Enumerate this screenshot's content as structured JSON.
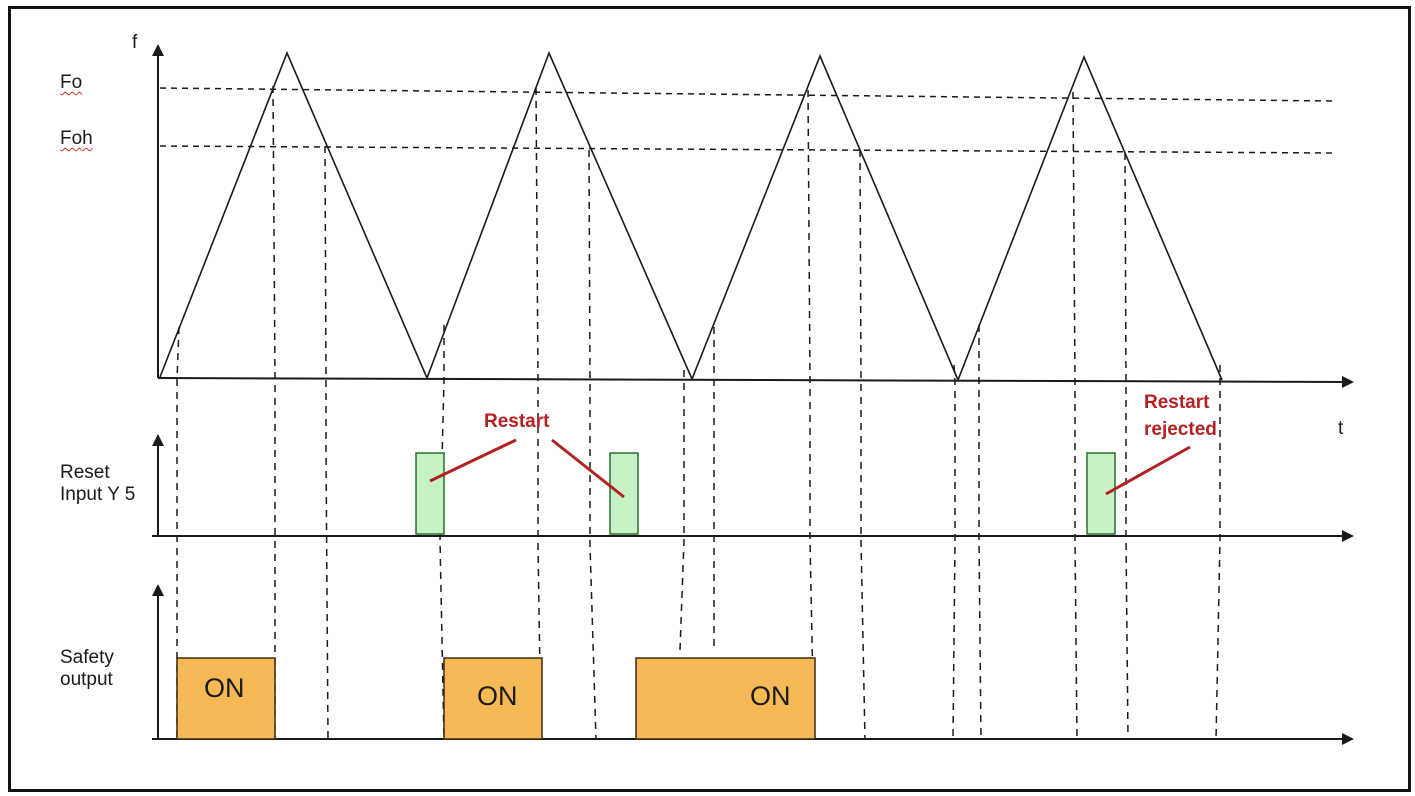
{
  "axes": {
    "f_label": "f",
    "t_label": "t"
  },
  "thresholds": {
    "fo_label": "Fo",
    "foh_label": "Foh"
  },
  "reset_signal": {
    "label_line1": "Reset",
    "label_line2": "Input Y 5"
  },
  "safety_signal": {
    "label_line1": "Safety",
    "label_line2": "output",
    "on_label": "ON"
  },
  "annotations": {
    "restart": "Restart",
    "restart_rejected_line1": "Restart",
    "restart_rejected_line2": "rejected"
  },
  "colors": {
    "reset_pulse_fill": "#c6f2c6",
    "reset_pulse_stroke": "#2d6b2d",
    "on_block_fill": "#f6b955",
    "on_block_stroke": "#3b2a10",
    "annotation": "#b22222",
    "line": "#1a1a1a"
  }
}
